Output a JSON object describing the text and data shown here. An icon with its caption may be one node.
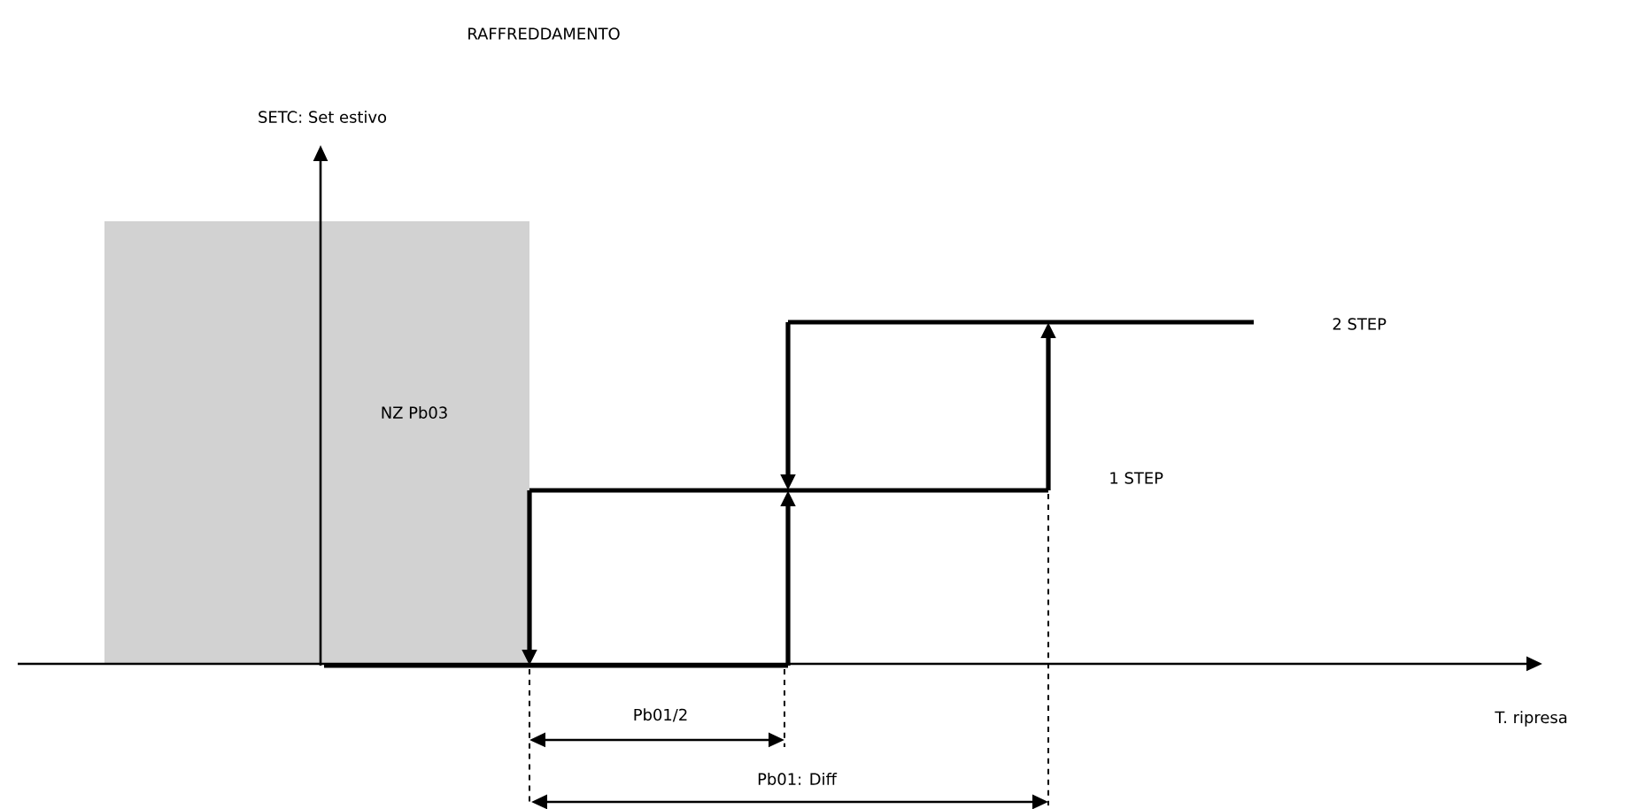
{
  "diagram": {
    "title": "RAFFREDDAMENTO",
    "nodes": [
      {
        "text": [
          "NZ Pb03"
        ]
      }
    ],
    "labels": [
      "SETC: Set estivo",
      "2 STEP",
      "1 STEP",
      "T. ripresa",
      "Pb01/2",
      "Pb01: Diff"
    ]
  }
}
